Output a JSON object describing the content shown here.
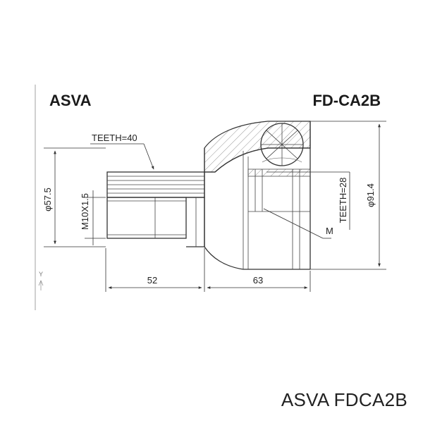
{
  "header": {
    "brand": "ASVA",
    "part_code": "FD-CA2B"
  },
  "caption": "ASVA FDCA2B",
  "dimensions": {
    "teeth_outer": "TEETH=40",
    "teeth_inner": "TEETH=28",
    "diameter_left": "φ57.5",
    "diameter_right": "φ91.4",
    "thread": "M10X1.5",
    "length_stem": "52",
    "length_body": "63",
    "marker": "M"
  },
  "axis_glyph": "Y"
}
